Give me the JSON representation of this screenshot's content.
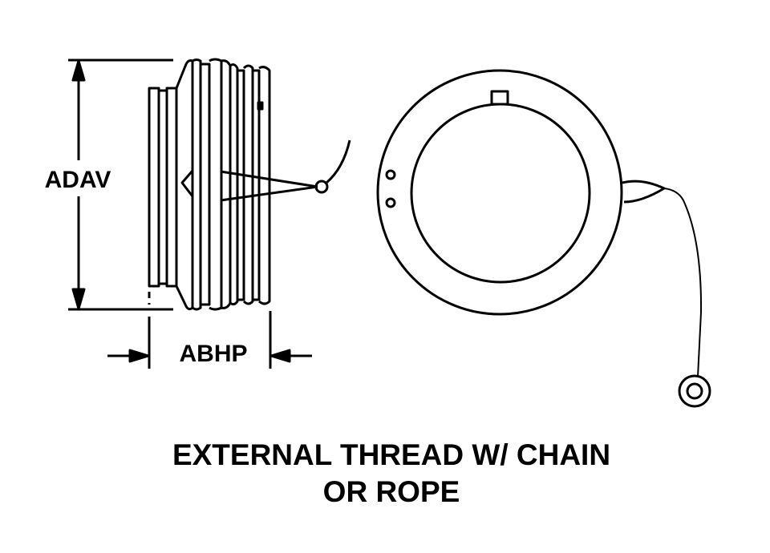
{
  "dimensions": {
    "height_label": "ADAV",
    "width_label": "ABHP"
  },
  "caption": {
    "line1": "EXTERNAL THREAD W/ CHAIN",
    "line2": "OR ROPE"
  },
  "colors": {
    "line": "#000000",
    "background": "#ffffff"
  }
}
